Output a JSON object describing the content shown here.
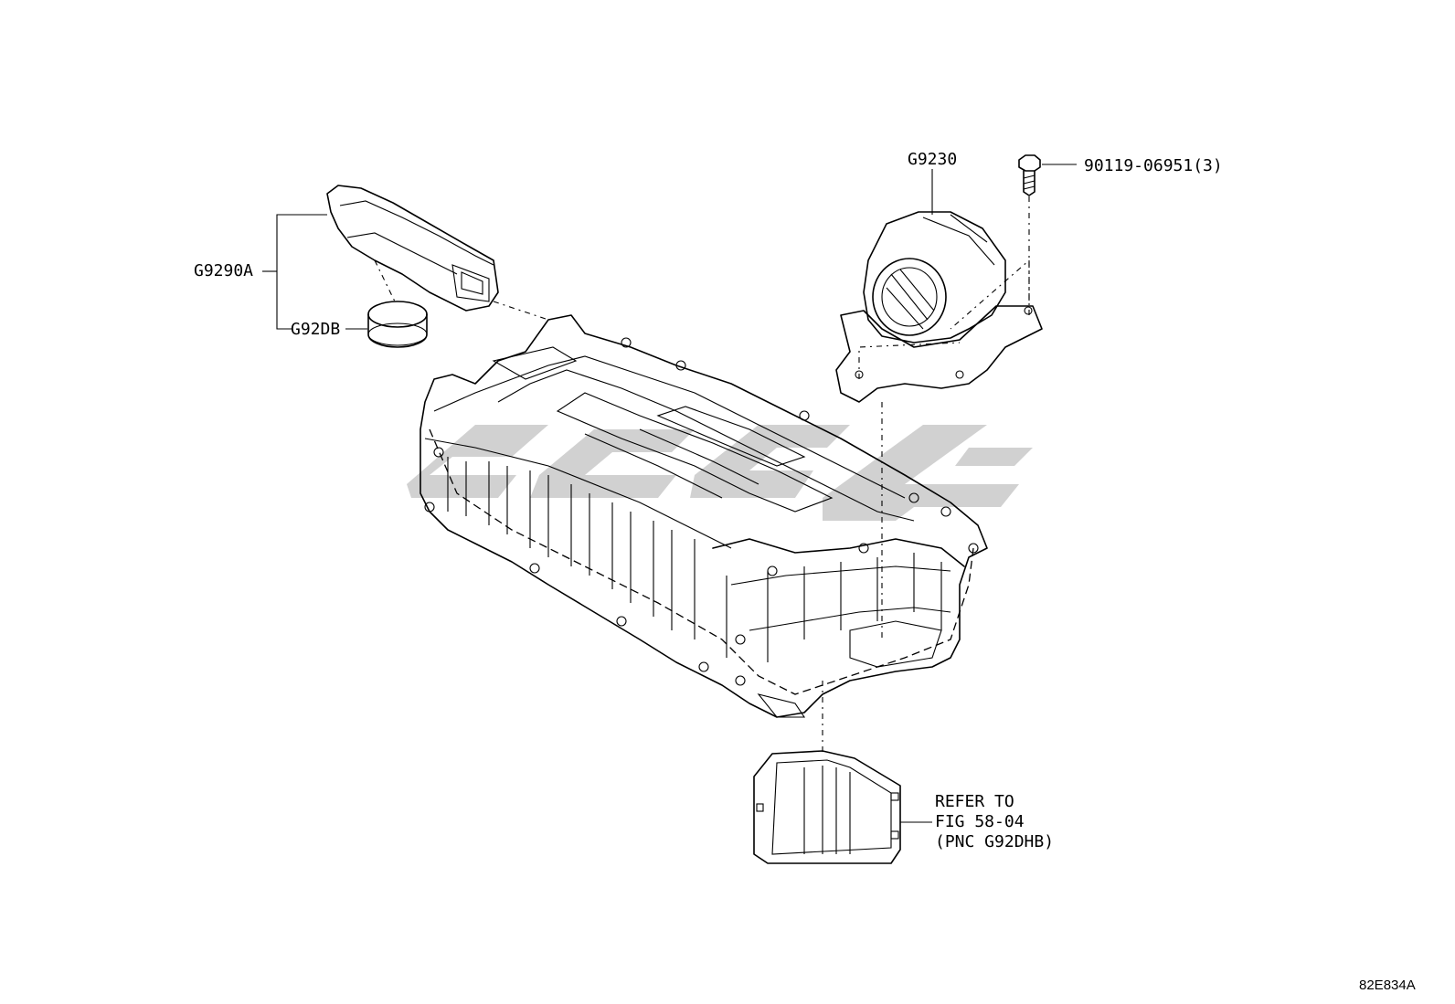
{
  "labels": {
    "duct": "G9290A",
    "cap": "G92DB",
    "blower": "G9230",
    "bolt": "90119-06951(3)",
    "refer_line1": "REFER TO",
    "refer_line2": "FIG 58-04",
    "refer_line3": "(PNC G92DHB)"
  },
  "figure_code": "82E834A"
}
